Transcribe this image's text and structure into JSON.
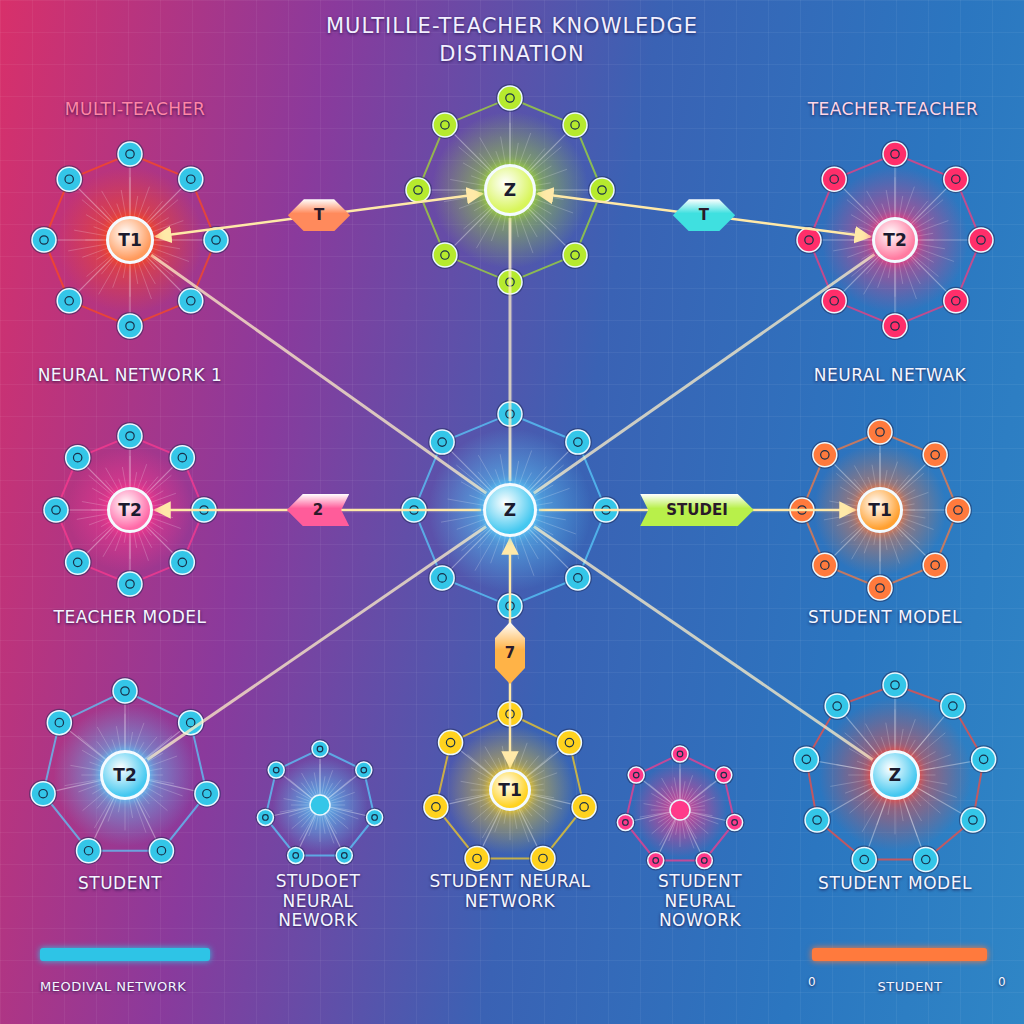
{
  "diagram": {
    "title": "MULTILLE-TEACHER KNOWLEDGE DISTINATION",
    "nodes": [
      {
        "text": [
          "T1"
        ]
      },
      {
        "text": [
          "Z"
        ]
      },
      {
        "text": [
          "T2"
        ]
      },
      {
        "text": [
          "T2"
        ]
      },
      {
        "text": [
          "Z"
        ]
      },
      {
        "text": [
          "T1"
        ]
      },
      {
        "text": [
          "T2"
        ]
      },
      {
        "text": [
          "T1"
        ]
      },
      {
        "text": [
          "Z"
        ]
      }
    ],
    "edges": [
      {
        "from": 0,
        "to": 1,
        "label": "T",
        "arrow": "both"
      },
      {
        "from": 1,
        "to": 2,
        "label": "T",
        "arrow": "both"
      },
      {
        "from": 4,
        "to": 3,
        "label": "2",
        "arrow": "to"
      },
      {
        "from": 4,
        "to": 5,
        "label": "STUDEI",
        "arrow": "to"
      },
      {
        "from": 4,
        "to": 7,
        "label": "7",
        "arrow": "both"
      },
      {
        "from": 0,
        "to": 4,
        "arrow": "none"
      },
      {
        "from": 2,
        "to": 4,
        "arrow": "none"
      },
      {
        "from": 6,
        "to": 4,
        "arrow": "none"
      },
      {
        "from": 8,
        "to": 4,
        "arrow": "none"
      },
      {
        "from": 1,
        "to": 4,
        "arrow": "none"
      }
    ],
    "labels": [
      "MULTI-TEACHER",
      "TEACHER-TEACHER",
      "NEURAL NETWORK 1",
      "NEURAL NETWAK",
      "TEACHER MODEL",
      "STUDENT MODEL",
      "STUDENT",
      "STUDOET NEURAL NEWORK",
      "STUDENT NEURAL NETWORK",
      "STUDENT NEURAL NOWORK",
      "STUDENT MODEL",
      "0",
      "0"
    ],
    "legend": [
      {
        "text": "MEODIVAL NETWORK",
        "color": "#2ec4e6"
      },
      {
        "text": "STUDENT",
        "color": "#ff7a3d"
      }
    ]
  }
}
